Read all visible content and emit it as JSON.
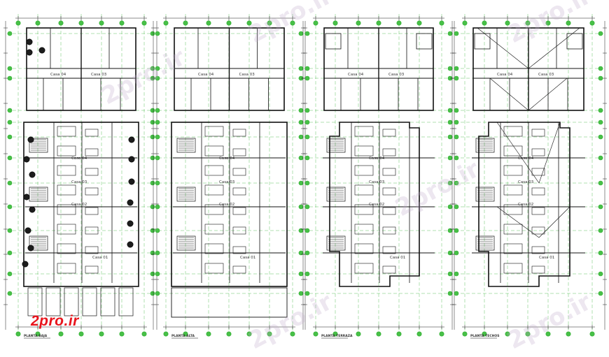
{
  "watermark": "2pro.ir",
  "logo": "2pro.ir",
  "colors": {
    "background": "#ffffff",
    "wall": "#111111",
    "grid": "#2fae2f",
    "dim": "#1a1a1a",
    "logo": "#e8141c",
    "label": "#333333"
  },
  "plans": [
    {
      "name": "plan-ground-floor",
      "unit_labels": [
        "Casa 04",
        "Casa 03",
        "Casa 02",
        "Casa 01"
      ],
      "title": "PLANTA BAJA"
    },
    {
      "name": "plan-upper-floor",
      "unit_labels": [
        "Casa 04",
        "Casa 03",
        "Casa 02",
        "Casa 01"
      ],
      "title": "PLANTA ALTA"
    },
    {
      "name": "plan-third-floor",
      "unit_labels": [
        "Casa 04",
        "Casa 03",
        "Casa 02",
        "Casa 01"
      ],
      "title": "PLANTA TERRAZA"
    },
    {
      "name": "plan-roof",
      "unit_labels": [
        "Casa 04",
        "Casa 03",
        "Casa 02",
        "Casa 01"
      ],
      "title": "PLANTA TECHOS"
    }
  ]
}
